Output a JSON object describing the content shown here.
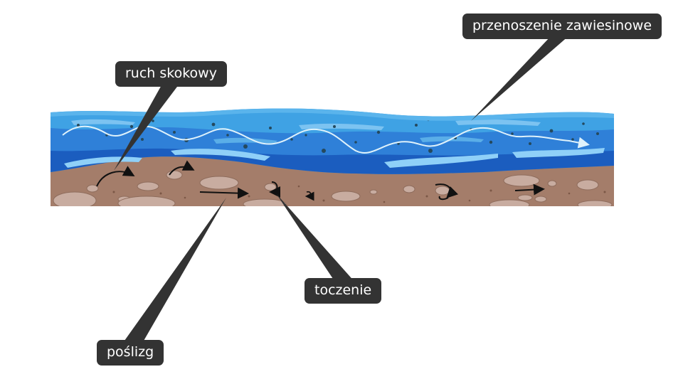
{
  "diagram": {
    "labels": {
      "suspension": "przenoszenie zawiesinowe",
      "saltation": "ruch skokowy",
      "rolling": "toczenie",
      "sliding": "poślizg"
    },
    "colors": {
      "water_top": "#3fa2e4",
      "water_mid": "#2f80d8",
      "water_deep": "#1b5dbf",
      "water_highlight": "#8fd0f8",
      "sediment": "#a47d6a",
      "pebble": "#c8aca0",
      "pebble_shadow": "#8e6c5c",
      "arrow": "#111111",
      "callout": "#333333",
      "callout_text": "#ffffff",
      "suspended_particle": "#24495e",
      "suspension_path": "#dff2fb"
    }
  }
}
